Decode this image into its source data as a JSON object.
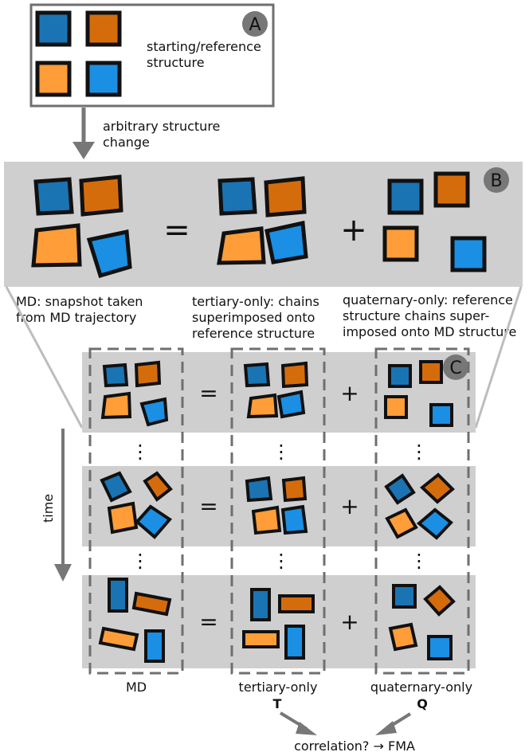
{
  "colors": {
    "dark_blue": "#1a74b3",
    "bright_blue": "#1a8fe3",
    "dark_orange": "#d56c0c",
    "light_orange": "#ff9d38",
    "panel_gray": "#cfcfcf",
    "outline_black": "#111111",
    "arrow_gray": "#777777",
    "dash_gray": "#6f6f6f"
  },
  "panel_a": {
    "badge": "A",
    "caption_line1": "starting/reference",
    "caption_line2": "structure"
  },
  "change_arrow": {
    "line1": "arbitrary structure",
    "line2": "change"
  },
  "panel_b": {
    "badge": "B",
    "equals": "=",
    "plus": "+",
    "captions": {
      "md": [
        "MD: snapshot taken",
        "from MD trajectory"
      ],
      "tertiary": [
        "tertiary-only: chains",
        "superimposed onto",
        "reference structure"
      ],
      "quaternary": [
        "quaternary-only: reference",
        "structure chains super-",
        "imposed onto MD structure"
      ]
    }
  },
  "panel_c": {
    "badge": "C",
    "equals": "=",
    "plus": "+",
    "ellipsis": "⋮",
    "time_label": "time",
    "column_labels": {
      "md": "MD",
      "tertiary": "tertiary-only",
      "quaternary": "quaternary-only"
    },
    "symbols": {
      "tertiary": "T",
      "quaternary": "Q"
    },
    "result": "correlation? → FMA"
  }
}
